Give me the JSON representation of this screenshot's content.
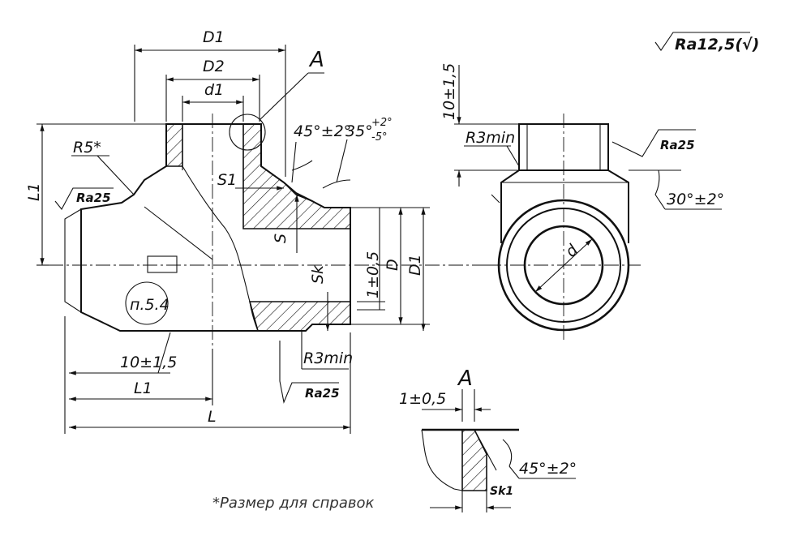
{
  "roughness": {
    "general": "Ra12,5(√)",
    "surface_a": "Ra25",
    "surface_b": "Ra25",
    "surface_c": "Ra25"
  },
  "dimensions": {
    "D1_top": "D1",
    "D2": "D2",
    "d1": "d1",
    "L1_vertical": "L1",
    "R5": "R5*",
    "S1": "S1",
    "S": "S",
    "Sk": "Sk",
    "one_tol": "1±0,5",
    "D": "D",
    "D1_right": "D1",
    "ten_tol_bottom": "10±1,5",
    "L1_bottom": "L1",
    "L": "L",
    "R3min_bottom": "R3min",
    "angle_45": "45°±2°",
    "angle_35": "35°",
    "angle_35_upper": "+2°",
    "angle_35_lower": "-5°",
    "view_marker": "A",
    "note_ref": "п.5.4"
  },
  "side_view": {
    "ten_tol_vertical": "10±1,5",
    "R3min": "R3min",
    "angle_30": "30°±2°",
    "d": "d"
  },
  "detail_a": {
    "title": "A",
    "one_tol": "1±0,5",
    "angle_45": "45°±2°",
    "sk1": "Sk1"
  },
  "footnote": "*Размер для справок"
}
